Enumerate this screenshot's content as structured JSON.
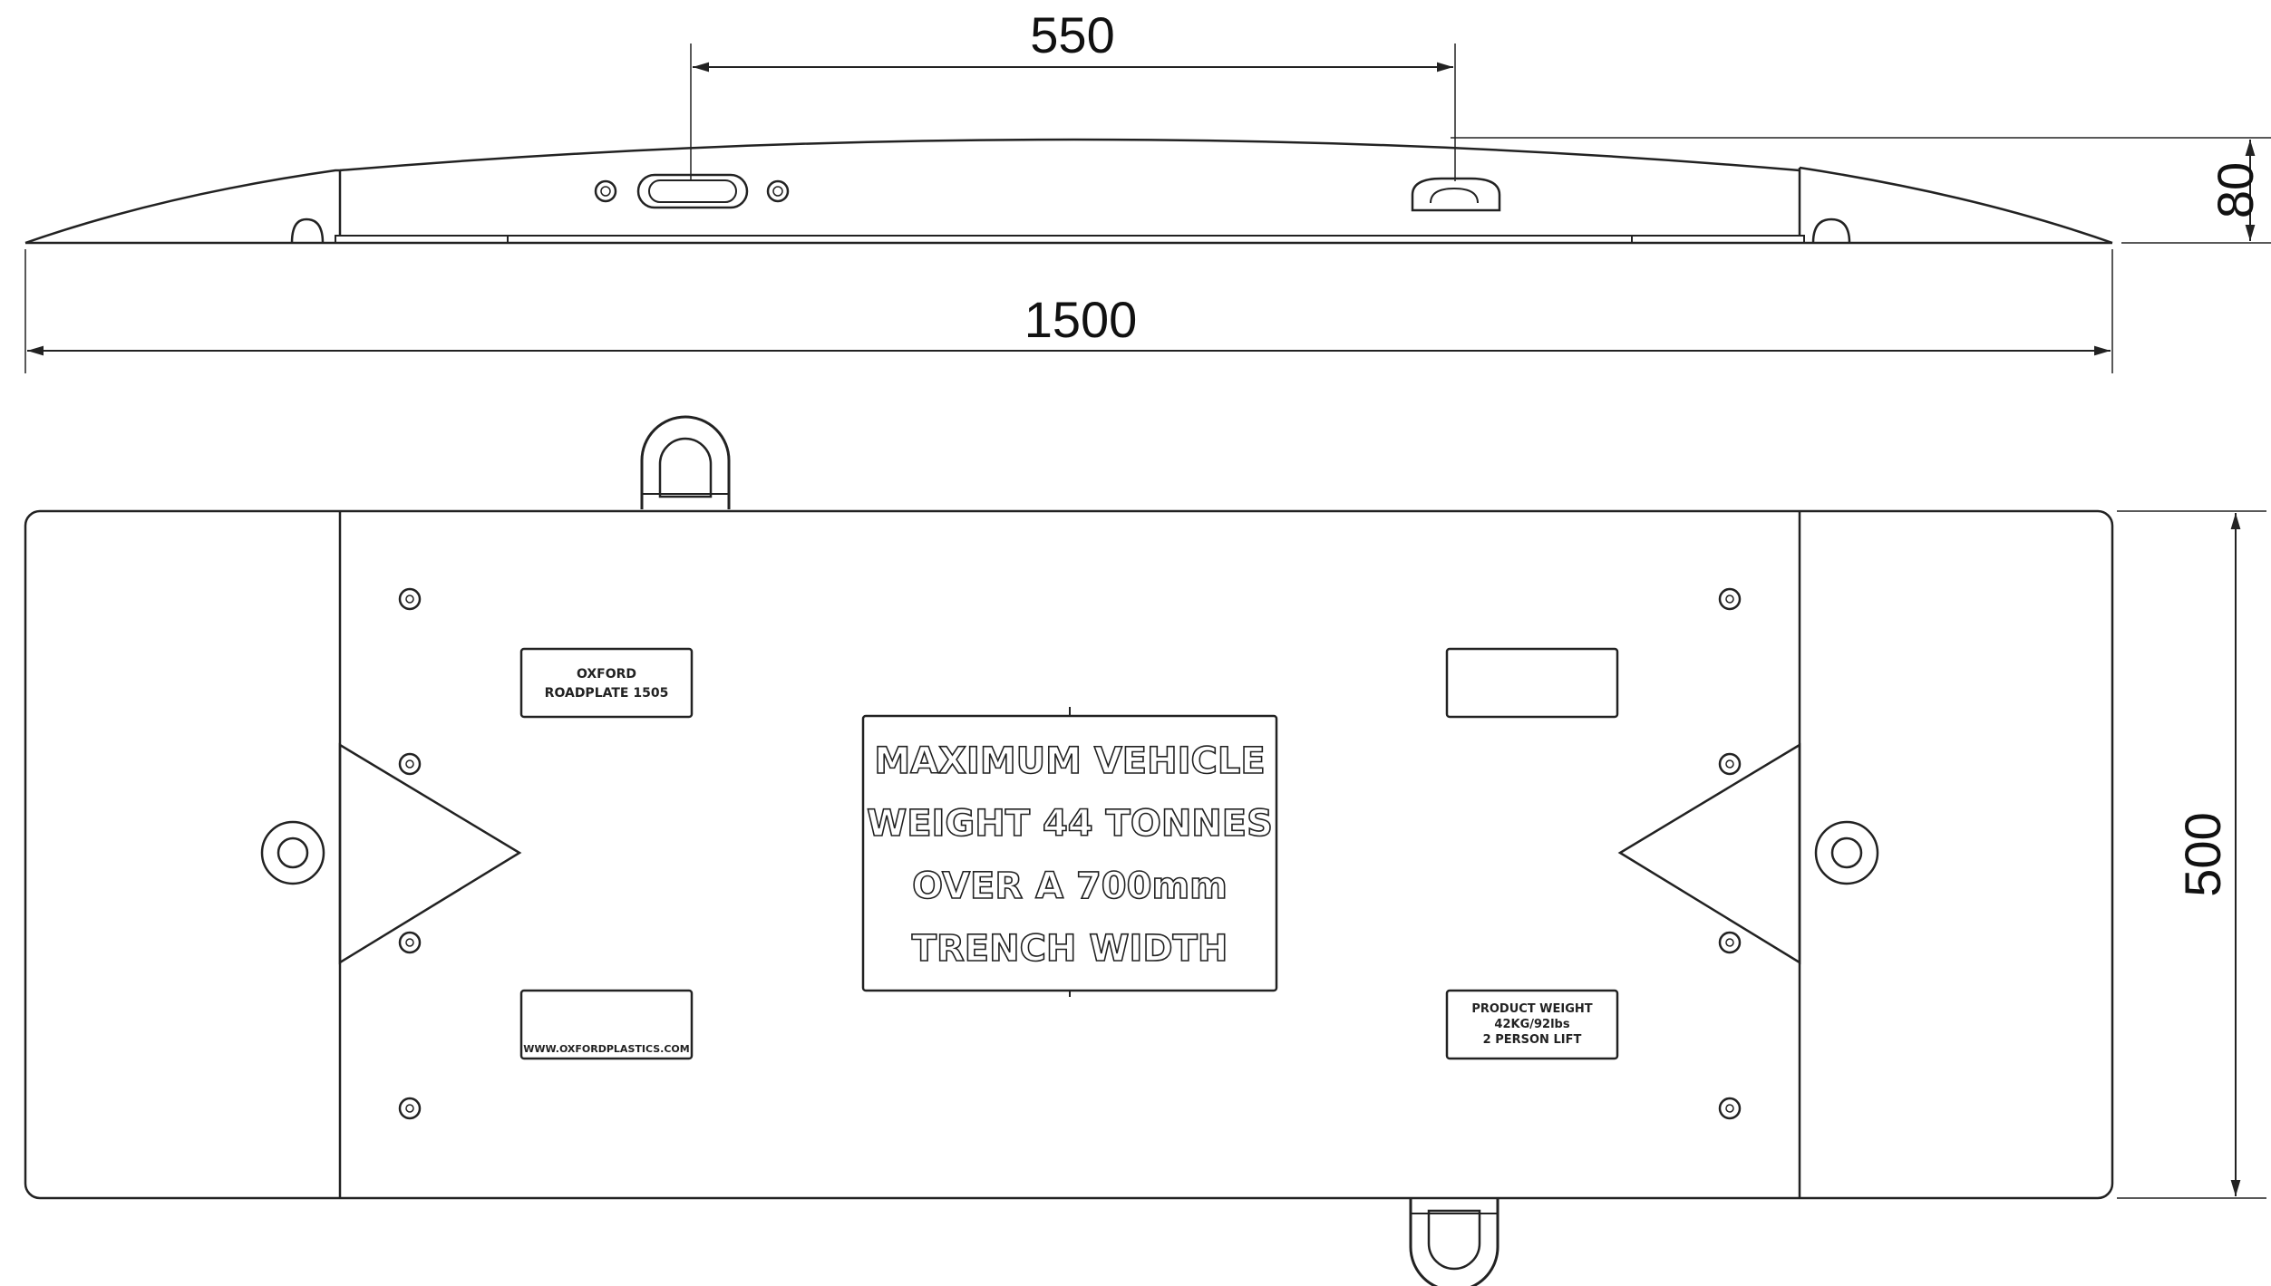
{
  "dimensions": {
    "handle_spacing": "550",
    "overall_length": "1500",
    "height": "80",
    "width": "500"
  },
  "labels": {
    "product_name_line1": "OXFORD",
    "product_name_line2": "ROADPLATE 1505",
    "website": "WWW.OXFORDPLASTICS.COM",
    "weight_line1": "PRODUCT WEIGHT",
    "weight_line2": "42KG/92lbs",
    "weight_line3": "2 PERSON LIFT"
  },
  "warning": {
    "line1": "MAXIMUM VEHICLE",
    "line2": "WEIGHT 44 TONNES",
    "line3": "OVER A 700mm",
    "line4": "TRENCH WIDTH"
  },
  "colors": {
    "line": "#222222",
    "background": "#ffffff"
  }
}
